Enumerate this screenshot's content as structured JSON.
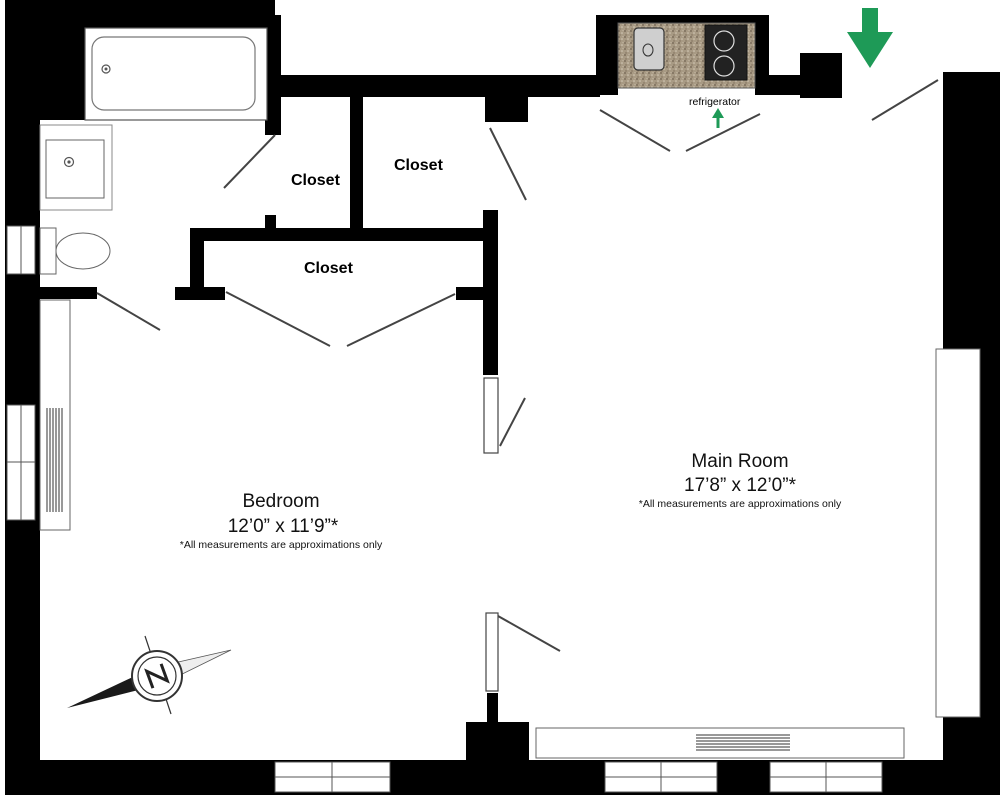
{
  "rooms": {
    "closet_left": "Closet",
    "closet_middle": "Closet",
    "closet_lower": "Closet",
    "bedroom": {
      "name": "Bedroom",
      "size": "12’0” x 11’9”*",
      "note": "*All measurements are approximations only"
    },
    "main_room": {
      "name": "Main Room",
      "size": "17’8” x 12’0”*",
      "note": "*All measurements are approximations only"
    }
  },
  "fixtures": {
    "refrigerator": "refrigerator"
  },
  "colors": {
    "wall": "#000000",
    "entry_arrow": "#1e9a57",
    "countertop": "#a89a84"
  },
  "icons": {
    "entry": "entry-arrow-icon",
    "refrigerator": "up-arrow-icon",
    "compass": "compass-icon"
  }
}
